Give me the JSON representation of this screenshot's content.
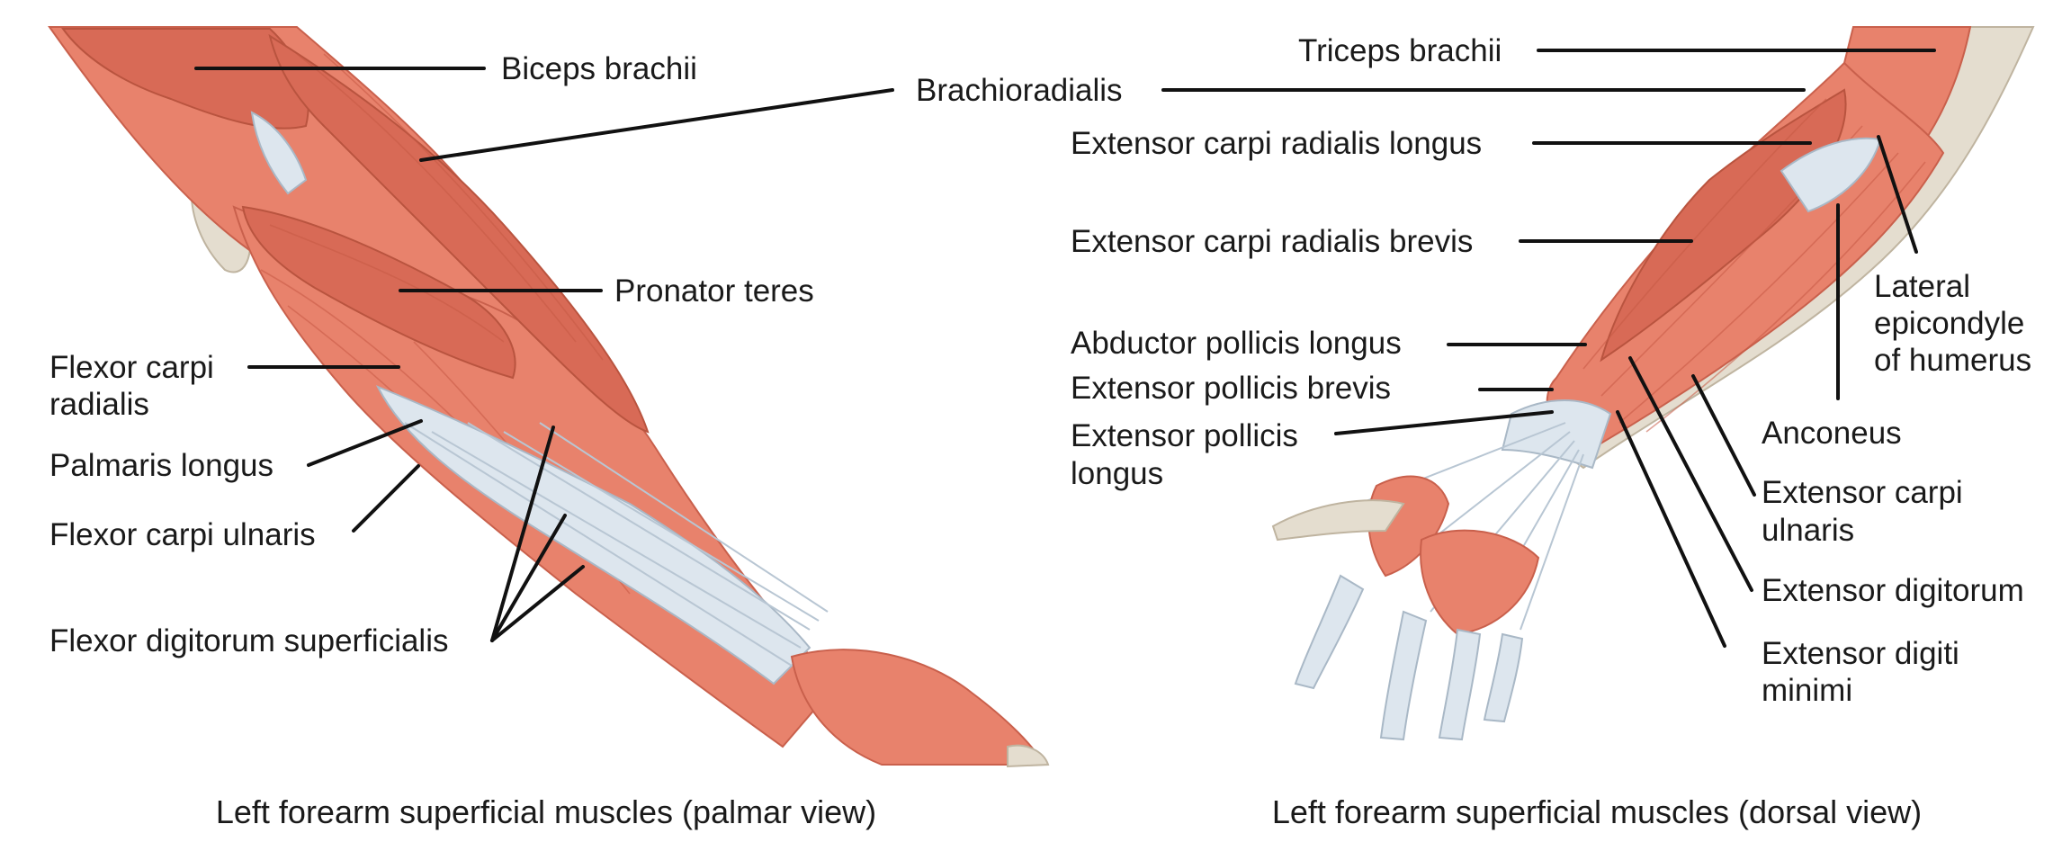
{
  "palmar": {
    "caption": "Left forearm superficial muscles (palmar view)",
    "labels": {
      "biceps_brachii": "Biceps brachii",
      "brachioradialis": "Brachioradialis",
      "pronator_teres": "Pronator teres",
      "flexor_carpi_radialis_1": "Flexor carpi",
      "flexor_carpi_radialis_2": "radialis",
      "palmaris_longus": "Palmaris longus",
      "flexor_carpi_ulnaris": "Flexor carpi ulnaris",
      "flexor_digitorum_superficialis": "Flexor digitorum superficialis"
    }
  },
  "dorsal": {
    "caption": "Left forearm superficial muscles (dorsal view)",
    "labels": {
      "triceps_brachii": "Triceps brachii",
      "extensor_carpi_radialis_longus": "Extensor carpi radialis longus",
      "extensor_carpi_radialis_brevis": "Extensor carpi radialis brevis",
      "abductor_pollicis_longus": "Abductor pollicis longus",
      "extensor_pollicis_brevis": "Extensor pollicis brevis",
      "extensor_pollicis_longus_1": "Extensor pollicis",
      "extensor_pollicis_longus_2": "longus",
      "lateral_epicondyle_1": "Lateral",
      "lateral_epicondyle_2": "epicondyle",
      "lateral_epicondyle_3": "of humerus",
      "anconeus": "Anconeus",
      "extensor_carpi_ulnaris_1": "Extensor carpi",
      "extensor_carpi_ulnaris_2": "ulnaris",
      "extensor_digitorum": "Extensor digitorum",
      "extensor_digiti_minimi_1": "Extensor digiti",
      "extensor_digiti_minimi_2": "minimi"
    }
  },
  "colors": {
    "muscle": "#e8826c",
    "tendon": "#dde6ee",
    "bone": "#e4ddcf",
    "leader": "#111111"
  }
}
